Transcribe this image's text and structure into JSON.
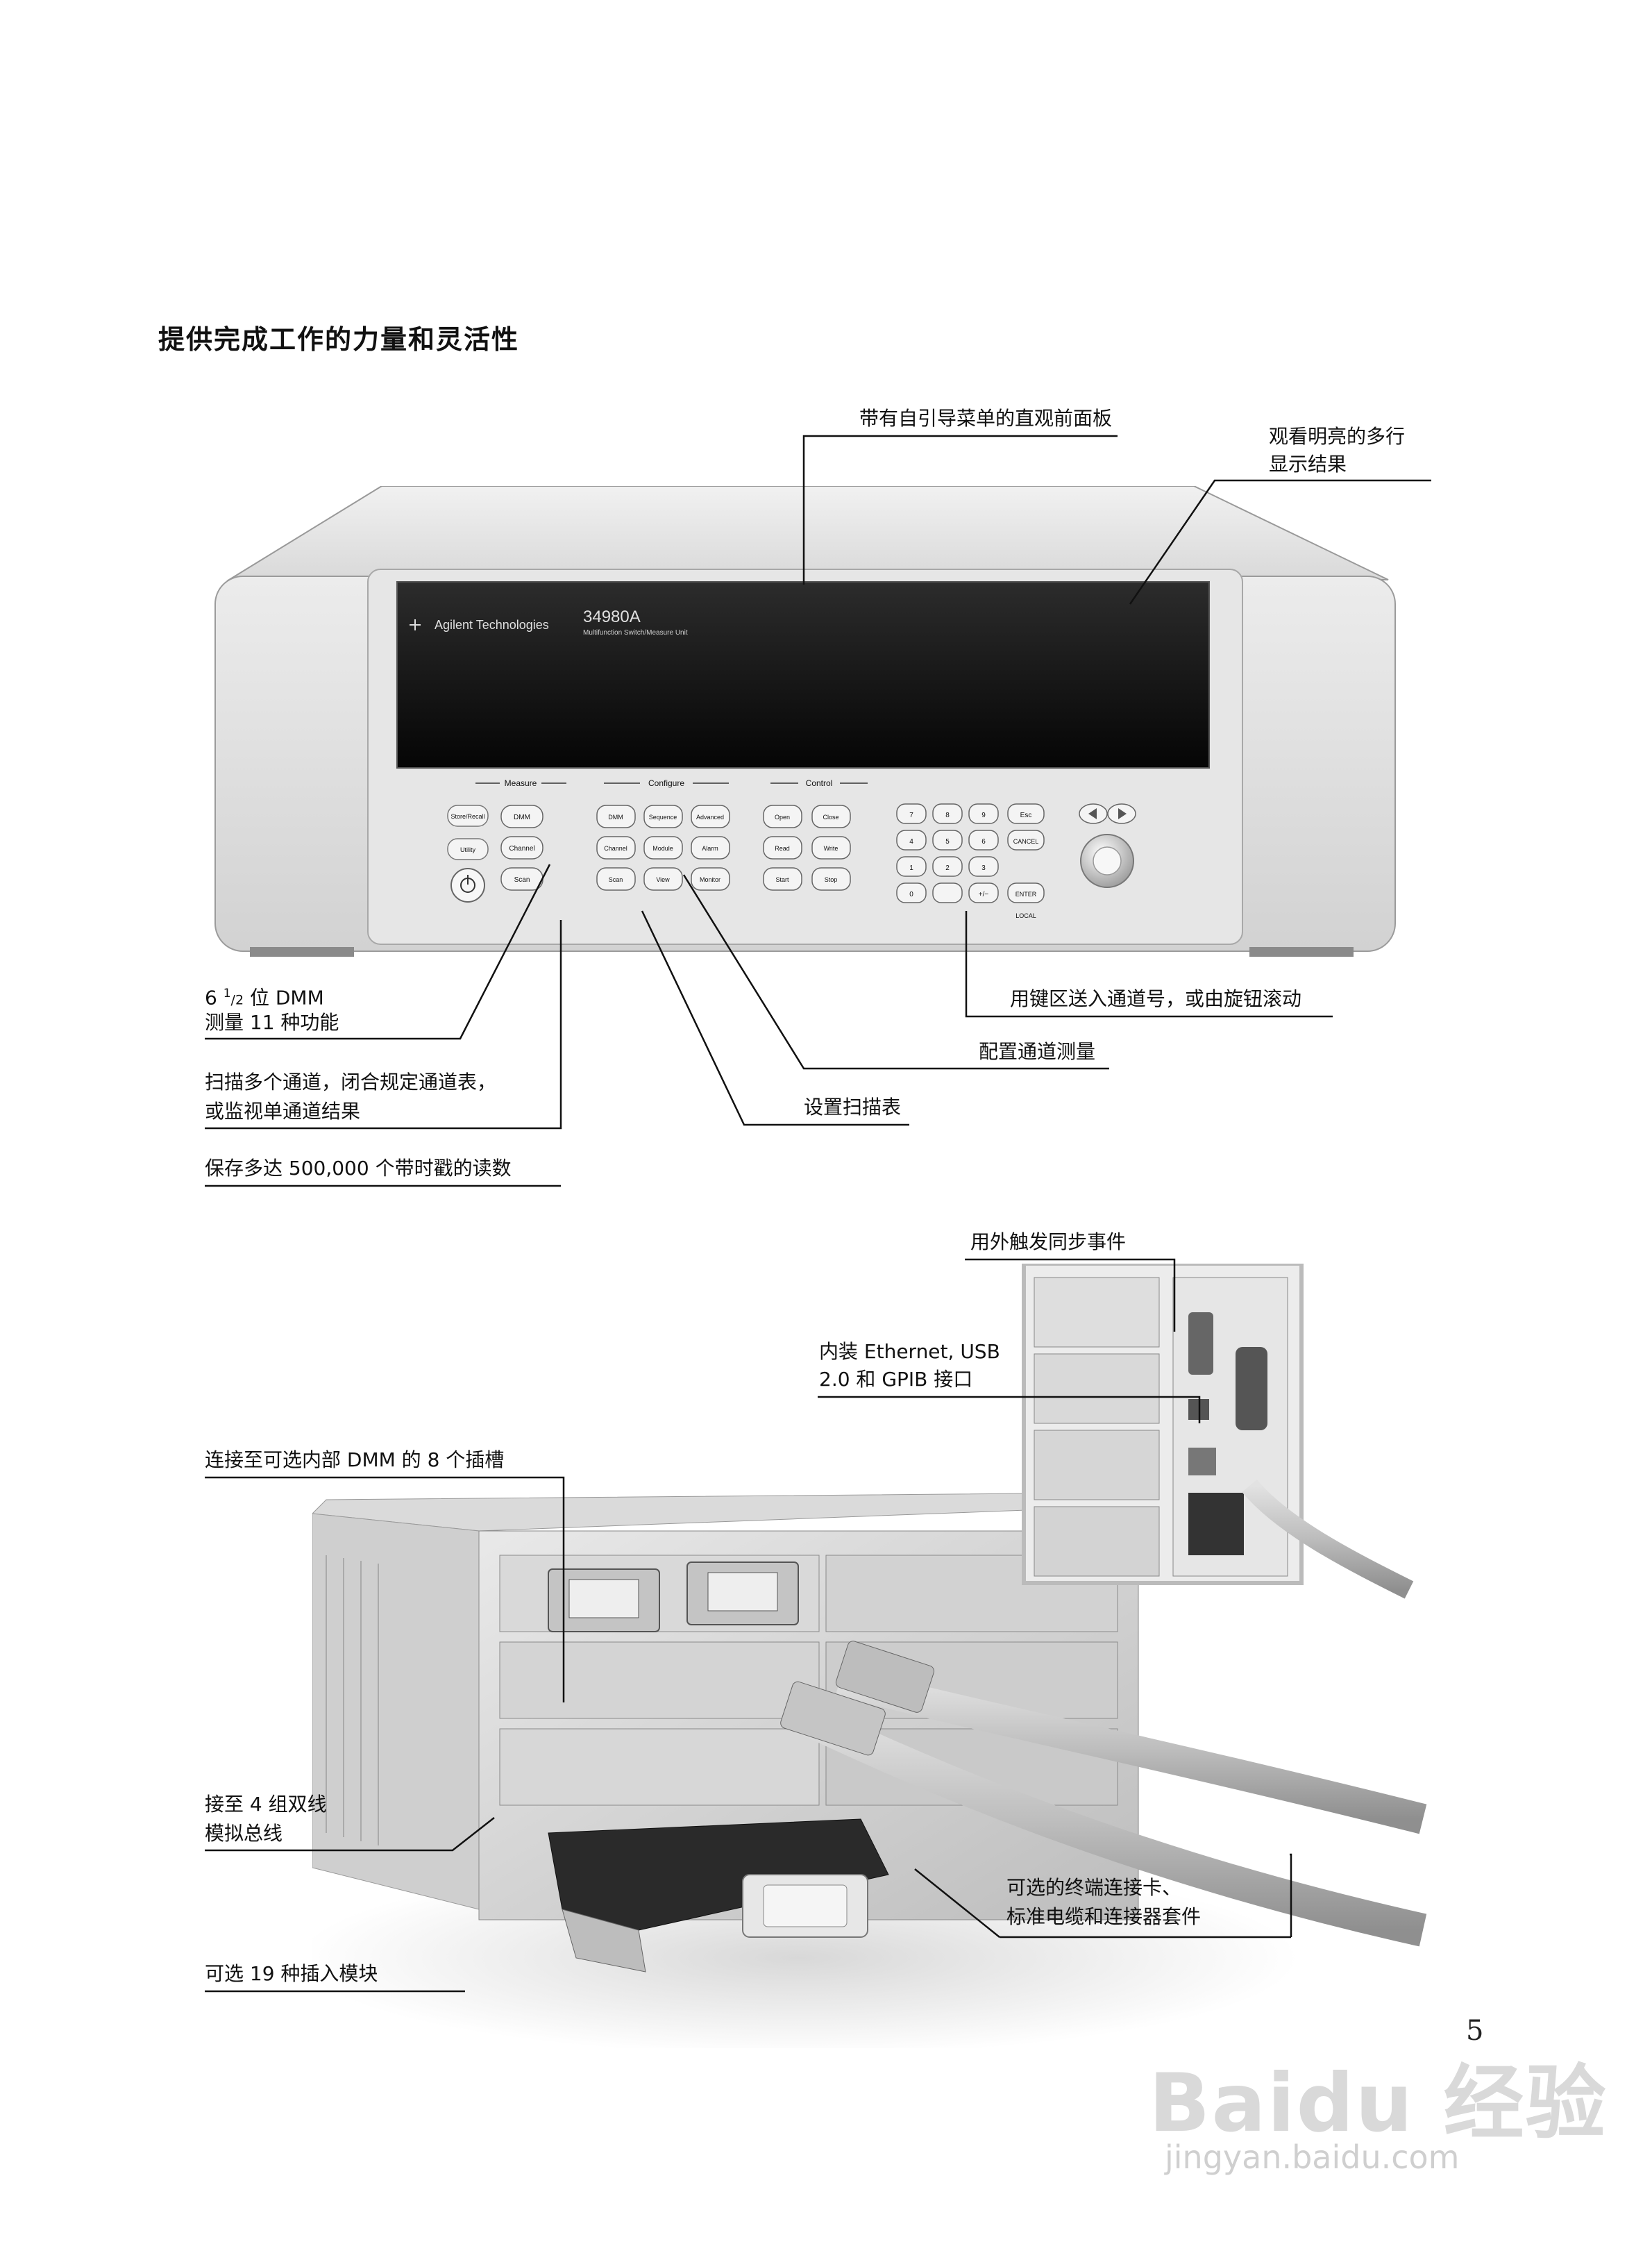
{
  "heading": "提供完成工作的力量和灵活性",
  "front": {
    "brand": "Agilent Technologies",
    "model": "34980A",
    "model_sub": "Multifunction Switch/Measure Unit",
    "groups": {
      "measure": "Measure",
      "configure": "Configure",
      "control": "Control"
    },
    "left_keys": [
      "Store/Recall",
      "Utility"
    ],
    "measure_keys": [
      "DMM",
      "Channel",
      "Scan"
    ],
    "configure_keys": [
      "DMM",
      "Sequence",
      "Advanced",
      "Channel",
      "Module",
      "Alarm",
      "Scan",
      "View",
      "Monitor"
    ],
    "control_keys": [
      "Open",
      "Close",
      "Read",
      "Write",
      "Start",
      "Stop"
    ],
    "keypad": [
      "7",
      "8",
      "9",
      "Esc",
      "4",
      "5",
      "6",
      "CANCEL",
      "1",
      "2",
      "3",
      "0",
      "+/−",
      "ENTER"
    ],
    "local_label": "LOCAL"
  },
  "callouts_top": {
    "front_panel": "带有自引导菜单的直观前面板",
    "display_1": "观看明亮的多行",
    "display_2": "显示结果",
    "dmm_pre": "6 ",
    "dmm_sup": "1",
    "dmm_sub": "/2",
    "dmm_post": " 位 DMM",
    "dmm_2": "测量 11 种功能",
    "keypad": "用键区送入通道号，或由旋钮滚动",
    "config": "配置通道测量",
    "scan_1": "扫描多个通道，闭合规定通道表，",
    "scan_2": "或监视单通道结果",
    "scan_list": "设置扫描表",
    "store": "保存多达 500,000 个带时戳的读数"
  },
  "callouts_bottom": {
    "trigger": "用外触发同步事件",
    "io_1": "内装 Ethernet, USB",
    "io_2": "2.0 和 GPIB 接口",
    "slots": "连接至可选内部 DMM 的 8 个插槽",
    "bus_1": "接至 4 组双线",
    "bus_2": "模拟总线",
    "term_1": "可选的终端连接卡、",
    "term_2": "标准电缆和连接器套件",
    "modules": "可选 19 种插入模块"
  },
  "page_number": "5",
  "watermark": {
    "main": "Baidu 经验",
    "sub": "jingyan.baidu.com"
  }
}
